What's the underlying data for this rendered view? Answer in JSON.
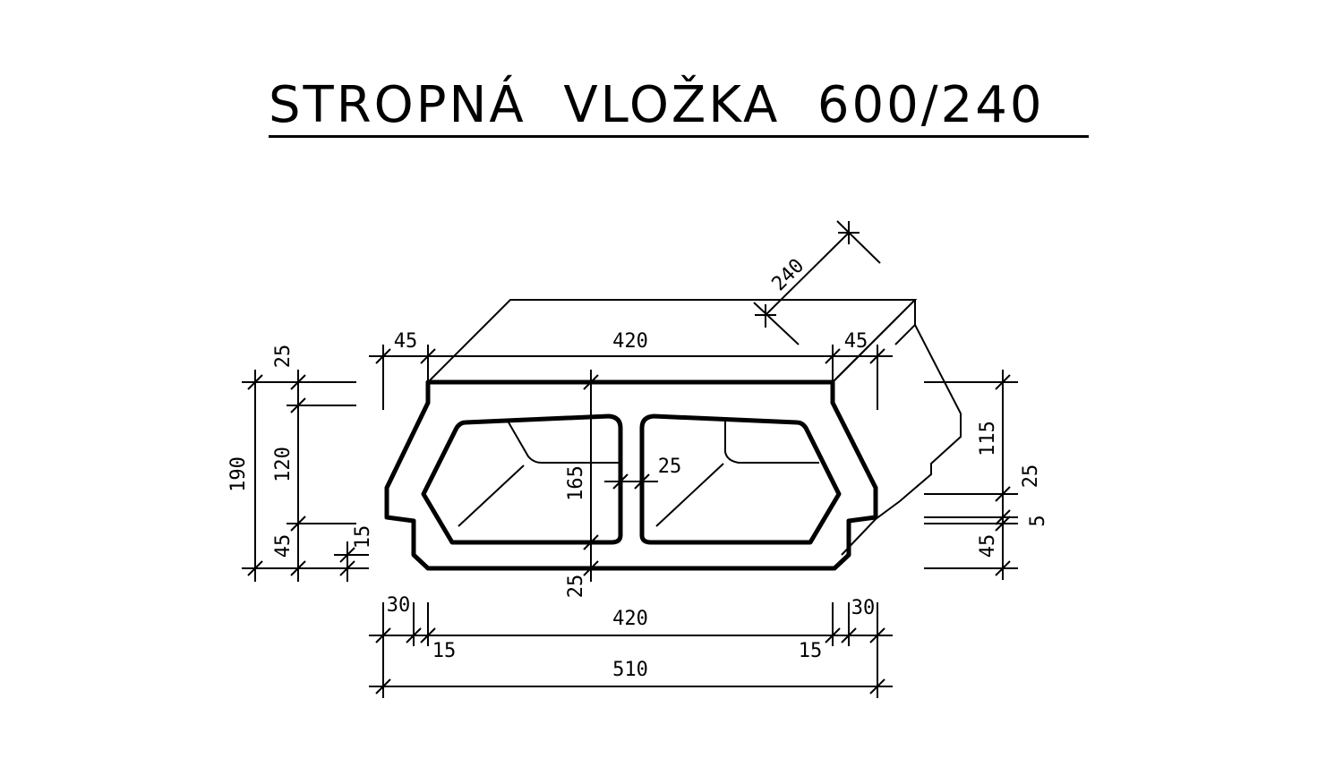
{
  "title": "STROPNÁ  VLOŽKA  600/240",
  "dimensions": {
    "depth": "240",
    "top_left": "45",
    "top_mid": "420",
    "top_right": "45",
    "left_top_rib": "25",
    "left_overall": "190",
    "left_cavity": "120",
    "left_bottom": "45",
    "left_step": "15",
    "cavity_height": "165",
    "web": "25",
    "bottom_rib": "25",
    "right_upper": "115",
    "right_mid": "25",
    "right_gap": "5",
    "right_bottom": "45",
    "base_left_off": "30",
    "base_mid": "420",
    "base_right_off": "30",
    "base_left_step": "15",
    "base_right_step": "15",
    "overall_width": "510"
  }
}
